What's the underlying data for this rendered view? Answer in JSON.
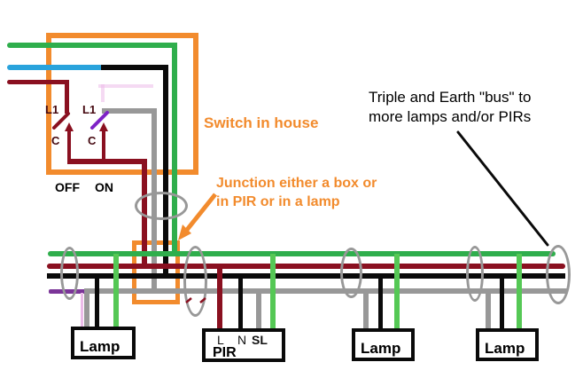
{
  "colors": {
    "orange": "#F28B2D",
    "green": "#2FAE4C",
    "greenLight": "#55C855",
    "maroon": "#8A1020",
    "maroonDark": "#45080F",
    "black": "#0a0a0a",
    "gray": "#989898",
    "blue": "#29A3DC",
    "purple": "#7E22C6",
    "violet": "#7B3598",
    "lavender": "#ECBBE9"
  },
  "annotations": {
    "switch_box_label": "Switch in house",
    "junction_label": {
      "line1": "Junction either a box or",
      "line2": "in PIR or in a lamp"
    },
    "bus_note": {
      "line1": "Triple and Earth \"bus\" to",
      "line2": "more lamps and/or PIRs"
    }
  },
  "switch_area": {
    "sw_off": {
      "top_terminal": "L1",
      "common": "C",
      "state_label": "OFF"
    },
    "sw_on": {
      "top_terminal": "L1",
      "common": "C",
      "state_label": "ON"
    }
  },
  "devices": {
    "lamp1": {
      "label": "Lamp"
    },
    "pir": {
      "label": "PIR",
      "terminals": [
        "L",
        "N",
        "SL"
      ]
    },
    "lamp2": {
      "label": "Lamp"
    },
    "lamp3": {
      "label": "Lamp"
    }
  }
}
